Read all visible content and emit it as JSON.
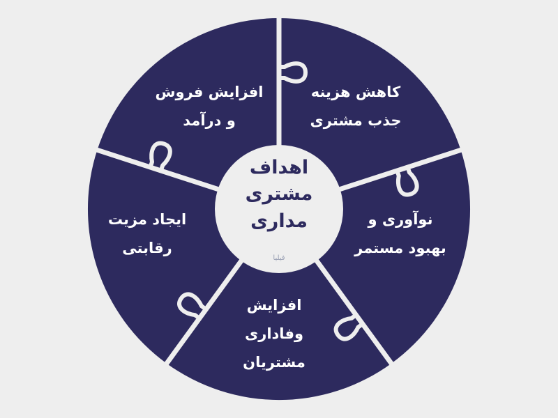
{
  "center": {
    "lines": [
      "اهداف",
      "مشتری",
      "مداری"
    ]
  },
  "segments": [
    {
      "lines": [
        "کاهش هزینه",
        "جذب مشتری"
      ]
    },
    {
      "lines": [
        "نوآوری و",
        "بهبود مستمر"
      ]
    },
    {
      "lines": [
        "افزایش",
        "وفاداری",
        "مشتریان"
      ]
    },
    {
      "lines": [
        "ایجاد مزیت",
        "رقابتی"
      ]
    },
    {
      "lines": [
        "افزایش فروش",
        "و درآمد"
      ]
    }
  ],
  "watermark": "فیلیا",
  "colors": {
    "background": "#eeeeee",
    "segment": "#2d2a5e",
    "gap": "#eeeeee",
    "hub": "#eeeeee",
    "center_text": "#2d2a5e",
    "segment_text": "#ffffff"
  }
}
